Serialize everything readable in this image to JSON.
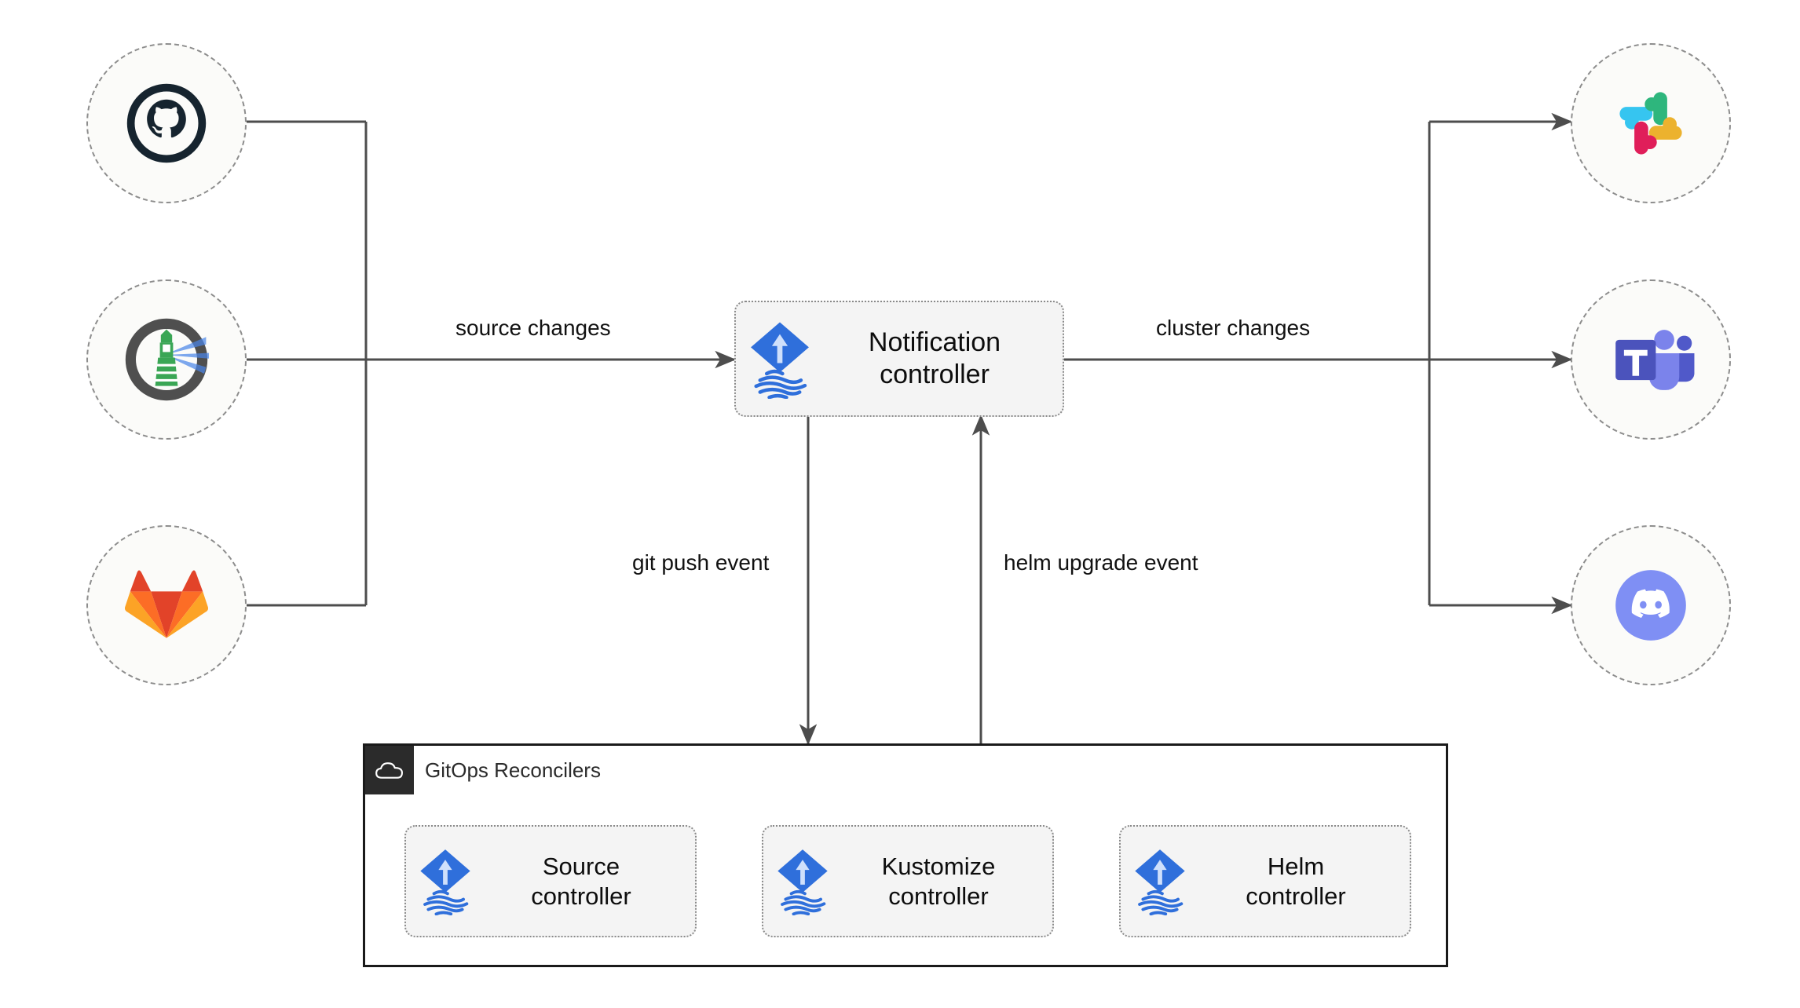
{
  "diagram": {
    "title": "Flux notification controller architecture",
    "background": "#ffffff",
    "edge_color": "#4d4d4d",
    "box_fill": "#f4f4f4",
    "circle_fill": "#fbfbf9",
    "circle_stroke": "#8d8d8d"
  },
  "sources": [
    {
      "id": "github",
      "label": "GitHub",
      "icon": "github-icon",
      "color": "#16242f"
    },
    {
      "id": "flux-lighthouse",
      "label": "Lighthouse",
      "icon": "lighthouse-icon",
      "color": "#4f4f4f"
    },
    {
      "id": "gitlab",
      "label": "GitLab",
      "icon": "gitlab-icon",
      "color": "#e24329"
    }
  ],
  "targets": [
    {
      "id": "slack",
      "label": "Slack",
      "icon": "slack-icon",
      "color": "#36c5f0"
    },
    {
      "id": "teams",
      "label": "Microsoft Teams",
      "icon": "teams-icon",
      "color": "#5059c9"
    },
    {
      "id": "discord",
      "label": "Discord",
      "icon": "discord-icon",
      "color": "#7f8ff4"
    }
  ],
  "notification": {
    "icon": "flux-icon",
    "label": "Notification\ncontroller"
  },
  "gitops": {
    "title": "GitOps Reconcilers",
    "icon": "cloud-icon",
    "controllers": [
      {
        "id": "source",
        "icon": "flux-icon",
        "label": "Source\ncontroller"
      },
      {
        "id": "kustomize",
        "icon": "flux-icon",
        "label": "Kustomize\ncontroller"
      },
      {
        "id": "helm",
        "icon": "flux-icon",
        "label": "Helm\ncontroller"
      }
    ]
  },
  "edge_labels": {
    "source_changes": "source changes",
    "cluster_changes": "cluster changes",
    "git_push_event": "git push event",
    "helm_upgrade_event": "helm upgrade event"
  }
}
